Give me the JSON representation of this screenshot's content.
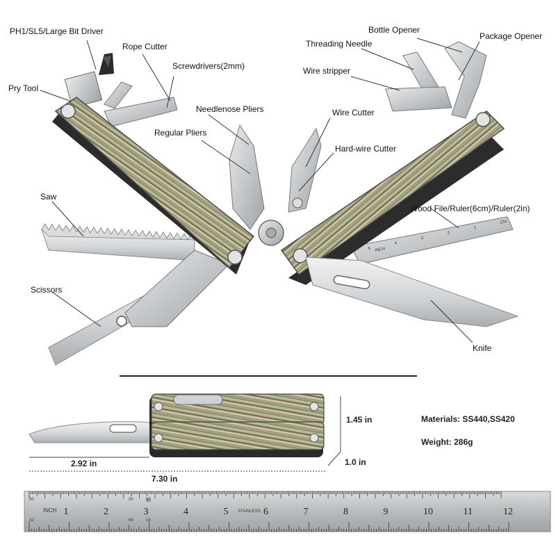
{
  "labels": {
    "bit_driver": "PH1/SL5/Large Bit Driver",
    "rope_cutter": "Rope Cutter",
    "screwdrivers": "Screwdrivers(2mm)",
    "pry_tool": "Pry Tool",
    "needlenose": "Needlenose Pliers",
    "regular_pliers": "Regular Pliers",
    "saw": "Saw",
    "scissors": "Scissors",
    "bottle_opener": "Bottle Opener",
    "package_opener": "Package Opener",
    "threading_needle": "Threading Needle",
    "wire_stripper": "Wire stripper",
    "wire_cutter": "Wire Cutter",
    "hardwire_cutter": "Hard-wire Cutter",
    "wood_file": "Wood File/Ruler(6cm)/Ruler(2in)",
    "knife": "Knife"
  },
  "dimensions": {
    "height": "1.45 in",
    "depth": "1.0 in",
    "blade": "2.92 in",
    "length": "7.30 in"
  },
  "specs": {
    "materials": "Materials:  SS440,SS420",
    "weight": "Weight: 286g"
  },
  "ruler": {
    "inch_label": "INCH",
    "stainless_label": "STAINLESS",
    "inch_numbers": [
      "1",
      "2",
      "3",
      "4",
      "5",
      "6",
      "7",
      "8",
      "9",
      "10",
      "11",
      "12"
    ],
    "small_marks": [
      "20",
      "30",
      "50",
      "32",
      "64",
      "16",
      "10"
    ]
  },
  "file_ruler": {
    "label": "INCH",
    "marks": [
      "CM",
      "1",
      "2",
      "3",
      "4",
      "5"
    ]
  },
  "colors": {
    "steel": "#c9ccce",
    "steel_dark": "#8e9295",
    "handle_dark": "#3a3a3a",
    "wood": "#b9b08a",
    "line": "#333333"
  }
}
